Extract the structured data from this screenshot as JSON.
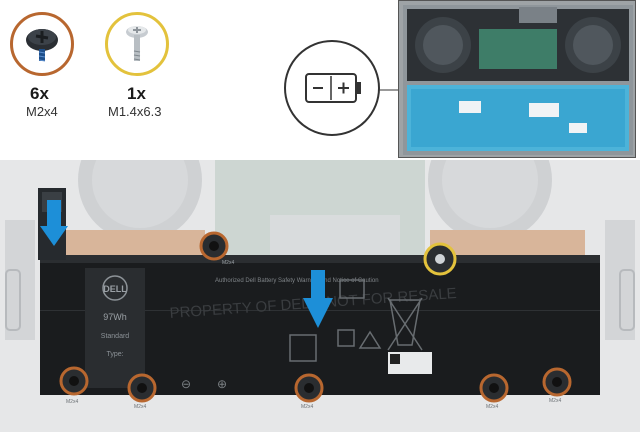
{
  "screws": [
    {
      "count": "6x",
      "size": "M2x4",
      "ring_color": "#b8672f",
      "icon": "black-screw-icon"
    },
    {
      "count": "1x",
      "size": "M1.4x6.3",
      "ring_color": "#e3c23c",
      "icon": "silver-screw-icon"
    }
  ],
  "battery": {
    "brand": "DELL",
    "capacity": "97Wh",
    "mfr_note": "Standard",
    "watermark": "PROPERTY OF DELL, NOT FOR RESALE",
    "top_text": "Authorized Dell Battery Safety Warning And Notice of Caution",
    "type_label": "Type:"
  },
  "screw_labels": [
    "M2x4",
    "M2x4",
    "M2x4",
    "M2x4",
    "M2x4",
    "M2x4"
  ],
  "polarity": {
    "minus": "⊖",
    "plus": "⊕"
  },
  "colors": {
    "arrow": "#1d8fd8",
    "copper_ring": "#b8672f",
    "gold_ring": "#e3c23c",
    "battery_cover": "#1a1c1e"
  }
}
